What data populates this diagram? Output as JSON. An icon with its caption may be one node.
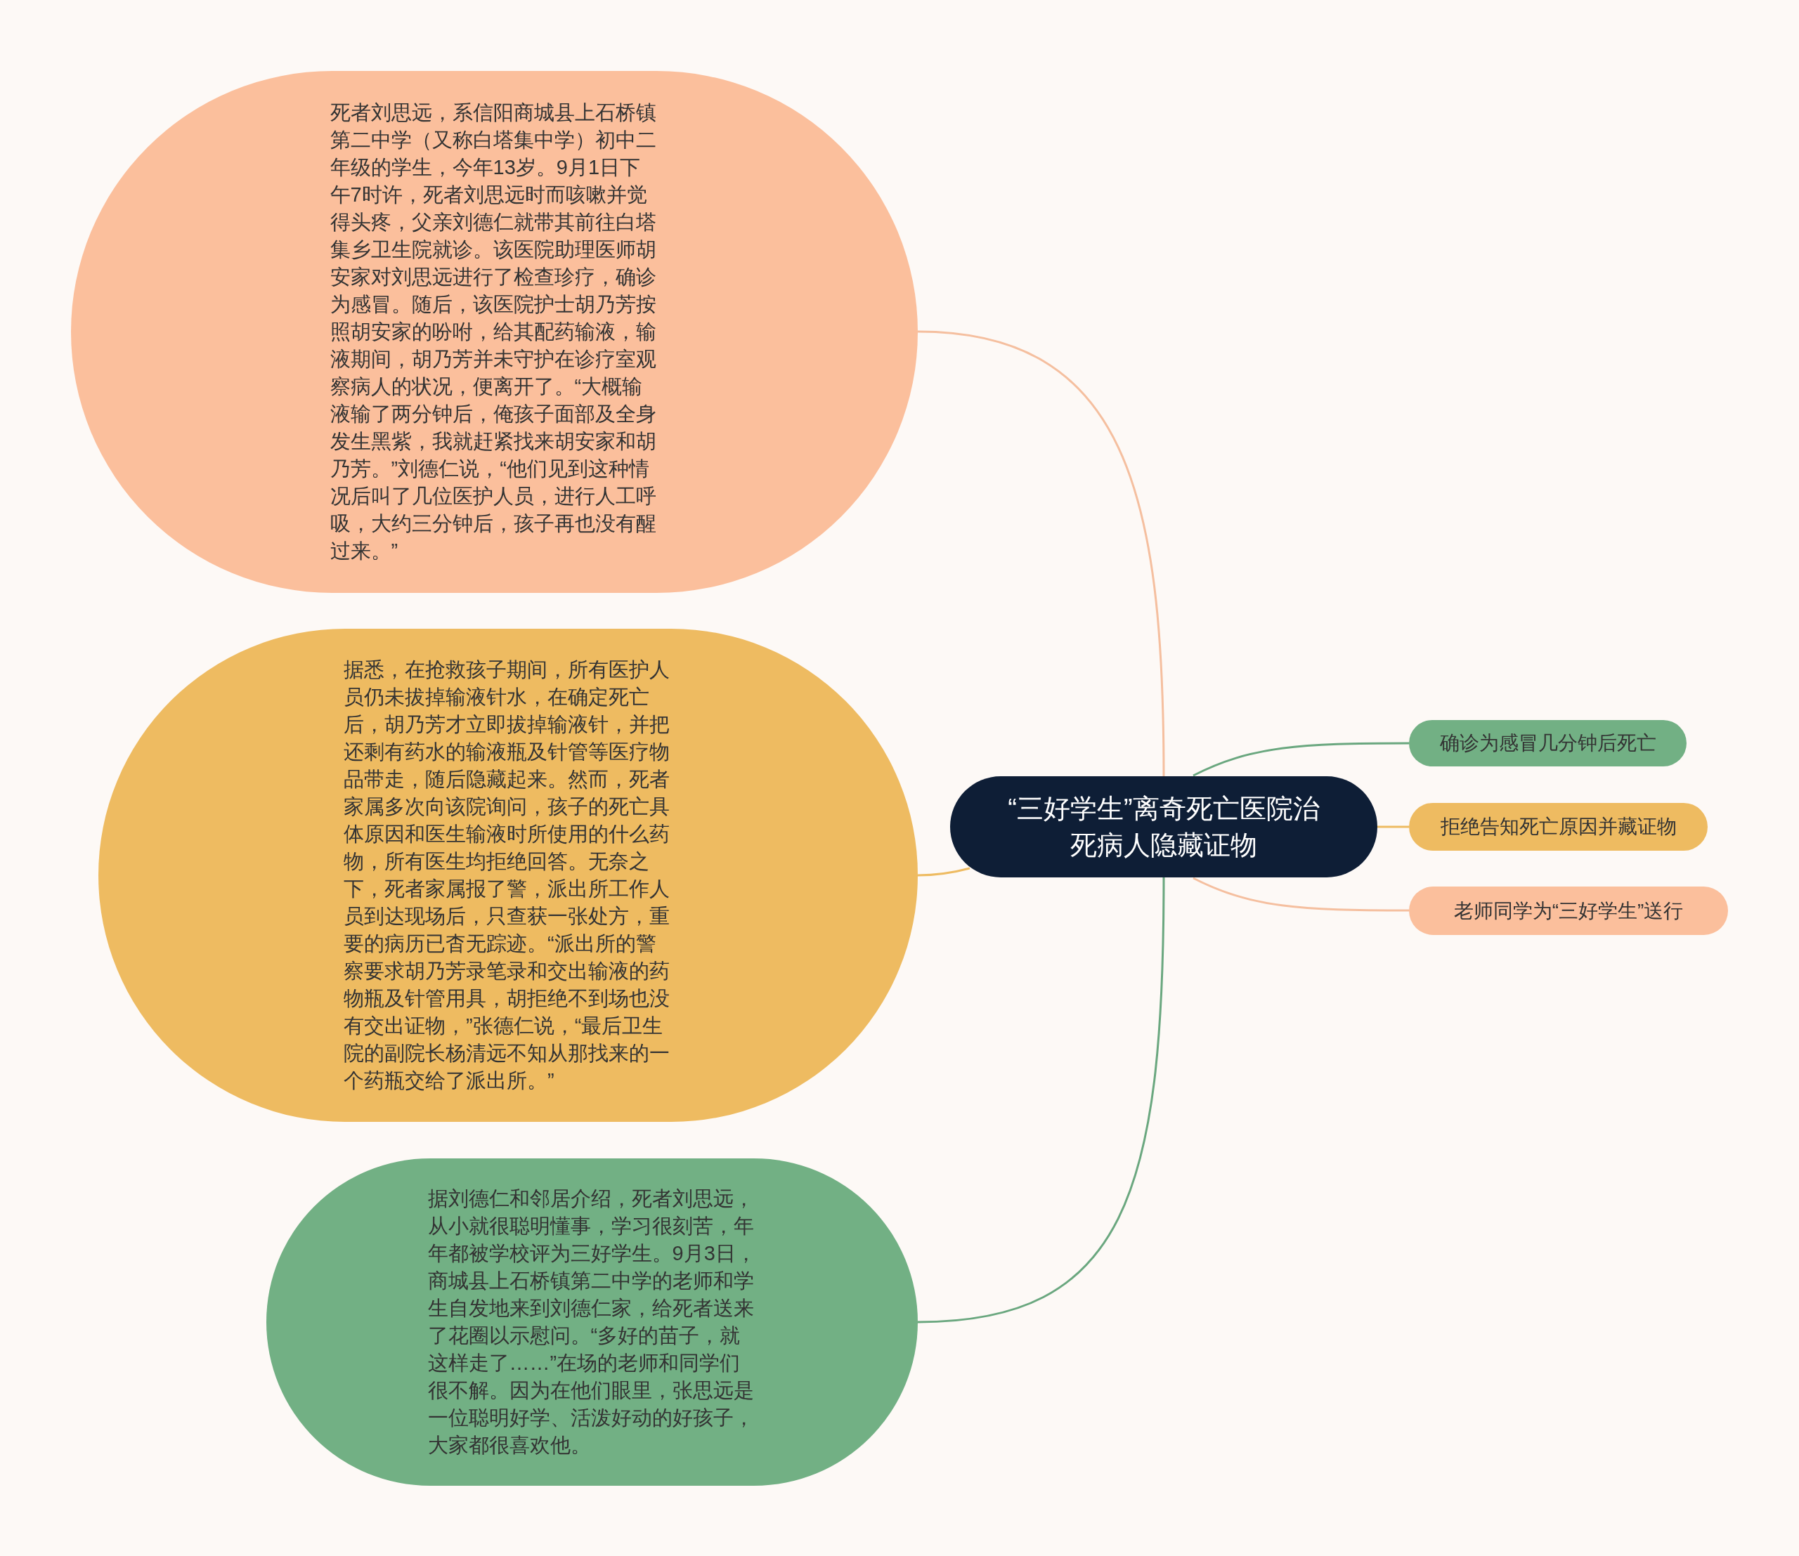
{
  "diagram": {
    "nodes": [
      {
        "text": [
          "“三好学生”离奇死亡医院治死病人隐藏证物"
        ]
      },
      {
        "text": [
          "确诊为感冒几分钟后死亡"
        ]
      },
      {
        "text": [
          "拒绝告知死亡原因并藏证物"
        ]
      },
      {
        "text": [
          "老师同学为“三好学生”送行"
        ]
      },
      {
        "text": [
          "死者刘思远，系信阳商城县上石桥镇第二中学（又称白塔集中学）初中二年级的学生，今年13岁。9月1日下午7时许，死者刘思远时而咳嗽并觉得头疼，父亲刘德仁就带其前往白塔集乡卫生院就诊。该医院助理医师胡安家对刘思远进行了检查珍疗，确诊为感冒。随后，该医院护士胡乃芳按照胡安家的吩咐，给其配药输液，输液期间，胡乃芳并未守护在诊疗室观察病人的状况，便离开了。“大概输液输了两分钟后，俺孩子面部及全身发生黑紫，我就赶紧找来胡安家和胡乃芳。”刘德仁说，“他们见到这种情况后叫了几位医护人员，进行人工呼吸，大约三分钟后，孩子再也没有醒过来。”"
        ]
      },
      {
        "text": [
          "据悉，在抢救孩子期间，所有医护人员仍未拔掉输液针水，在确定死亡后，胡乃芳才立即拔掉输液针，并把还剩有药水的输液瓶及针管等医疗物品带走，随后隐藏起来。然而，死者家属多次向该院询问，孩子的死亡具体原因和医生输液时所使用的什么药物，所有医生均拒绝回答。无奈之下，死者家属报了警，派出所工作人员到达现场后，只查获一张处方，重要的病历已杳无踪迹。“派出所的警察要求胡乃芳录笔录和交出输液的药物瓶及针管用具，胡拒绝不到场也没有交出证物，”张德仁说，“最后卫生院的副院长杨清远不知从那找来的一个药瓶交给了派出所。”"
        ]
      },
      {
        "text": [
          "据刘德仁和邻居介绍，死者刘思远，从小就很聪明懂事，学习很刻苦，年年都被学校评为三好学生。9月3日，商城县上石桥镇第二中学的老师和学生自发地来到刘德仁家，给死者送来了花圈以示慰问。“多好的苗子，就这样走了……”在场的老师和同学们很不解。因为在他们眼里，张思远是一位聪明好学、活泼好动的好孩子，大家都很喜欢他。"
        ]
      }
    ],
    "edges": [
      {
        "from": 0,
        "to": 1,
        "arrow": "none",
        "color": "#6aa77f"
      },
      {
        "from": 0,
        "to": 2,
        "arrow": "none",
        "color": "#eebb61"
      },
      {
        "from": 0,
        "to": 3,
        "arrow": "none",
        "color": "#f5bf9f"
      },
      {
        "from": 0,
        "to": 4,
        "arrow": "none",
        "color": "#f5bf9f"
      },
      {
        "from": 0,
        "to": 5,
        "arrow": "none",
        "color": "#eebb61"
      },
      {
        "from": 0,
        "to": 6,
        "arrow": "none",
        "color": "#6aa77f"
      }
    ]
  }
}
